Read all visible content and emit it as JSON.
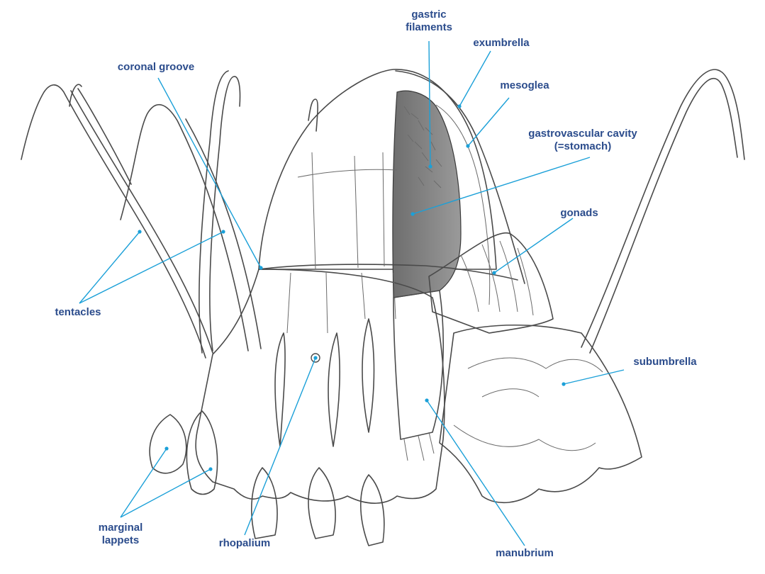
{
  "labels": {
    "gastric_filaments": "gastric\nfilaments",
    "exumbrella": "exumbrella",
    "coronal_groove": "coronal groove",
    "mesoglea": "mesoglea",
    "gastrovascular_cavity": "gastrovascular cavity\n(=stomach)",
    "gonads": "gonads",
    "tentacles": "tentacles",
    "subumbrella": "subumbrella",
    "marginal_lappets": "marginal\nlappets",
    "rhopalium": "rhopalium",
    "manubrium": "manubrium"
  },
  "colors": {
    "label_text": "#2b4c8c",
    "leader_line": "#1ba0d8",
    "ink": "#4a4a4a"
  }
}
